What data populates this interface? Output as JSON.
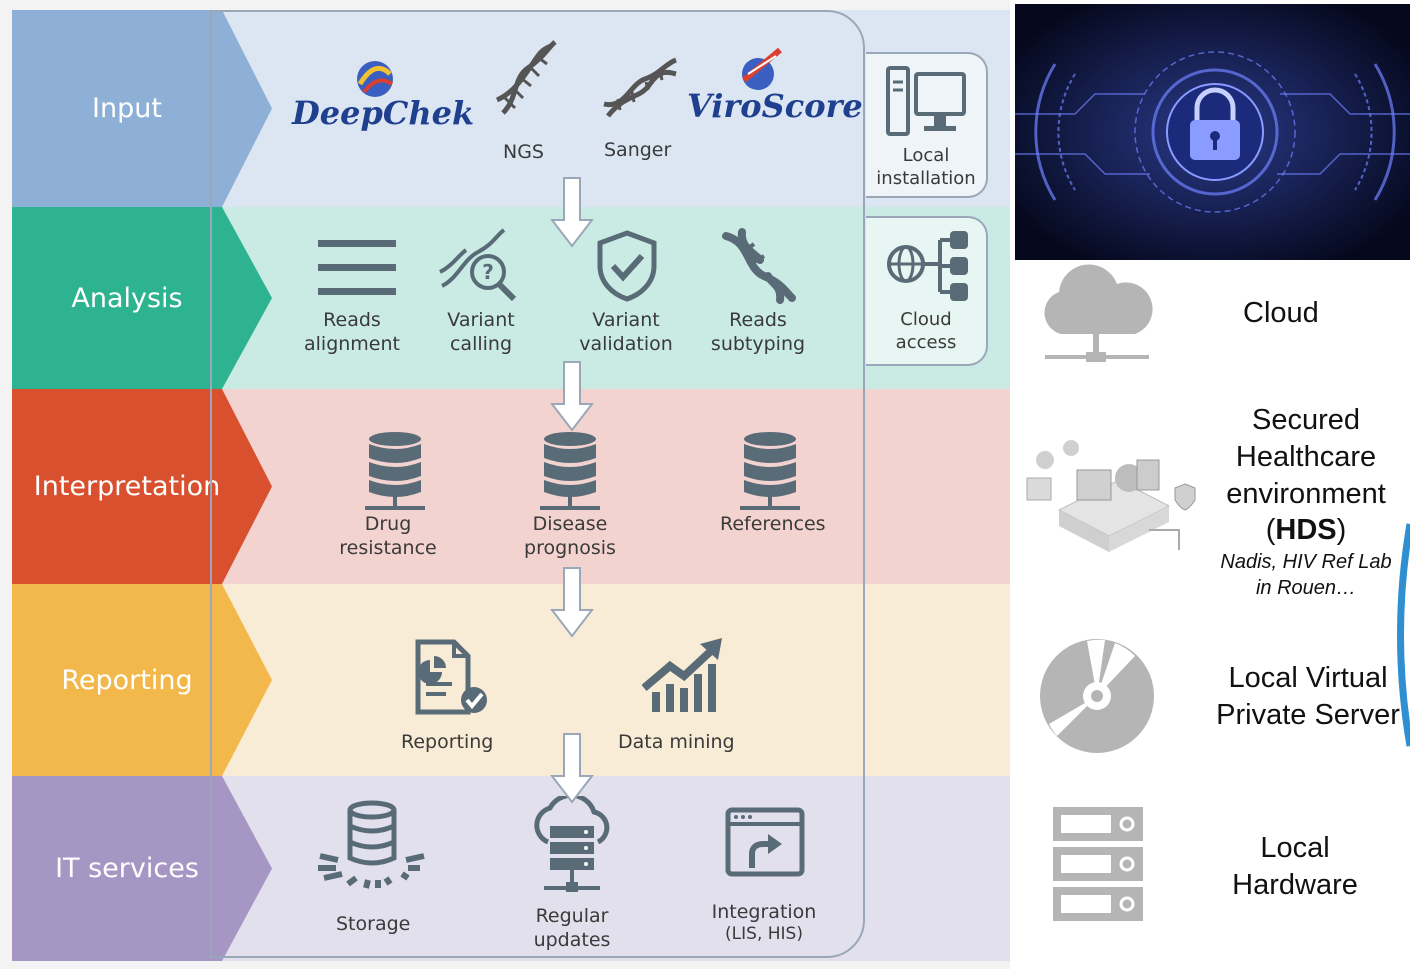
{
  "pipeline": {
    "stages": {
      "input": "Input",
      "analysis": "Analysis",
      "interpretation": "Interpretation",
      "reporting": "Reporting",
      "it_services": "IT services"
    },
    "input": {
      "deepchek": "DeepChek",
      "viroscore": "ViroScore",
      "ngs": "NGS",
      "sanger": "Sanger"
    },
    "analysis": {
      "reads_alignment": [
        "Reads",
        "alignment"
      ],
      "variant_calling": [
        "Variant",
        "calling"
      ],
      "variant_validation": [
        "Variant",
        "validation"
      ],
      "reads_subtyping": [
        "Reads",
        "subtyping"
      ]
    },
    "interpretation": {
      "drug_resistance": [
        "Drug",
        "resistance"
      ],
      "disease_prognosis": [
        "Disease",
        "prognosis"
      ],
      "references": "References"
    },
    "reporting": {
      "reporting": "Reporting",
      "data_mining": "Data mining"
    },
    "it_services": {
      "storage": "Storage",
      "regular_updates": [
        "Regular",
        "updates"
      ],
      "integration": [
        "Integration",
        "(LIS, HIS)"
      ]
    },
    "side": {
      "local_installation": [
        "Local",
        "installation"
      ],
      "cloud_access": [
        "Cloud",
        "access"
      ]
    }
  },
  "deployment": {
    "cloud": "Cloud",
    "hds": {
      "line1": "Secured",
      "line2": "Healthcare",
      "line3": "environment",
      "open": "(",
      "abbr": "HDS",
      "close": ")",
      "note1": "Nadis, HIV Ref Lab",
      "note2": "in Rouen…"
    },
    "vps": [
      "Local Virtual",
      "Private Server"
    ],
    "hardware": [
      "Local",
      "Hardware"
    ]
  },
  "colors": {
    "input": "#8fb0d6",
    "analysis": "#2db38f",
    "interpretation": "#d9502f",
    "reporting": "#f2b84b",
    "it_services": "#a596c4",
    "brand_blue": "#1f3f8f",
    "icon_gray": "#5a6b78"
  }
}
